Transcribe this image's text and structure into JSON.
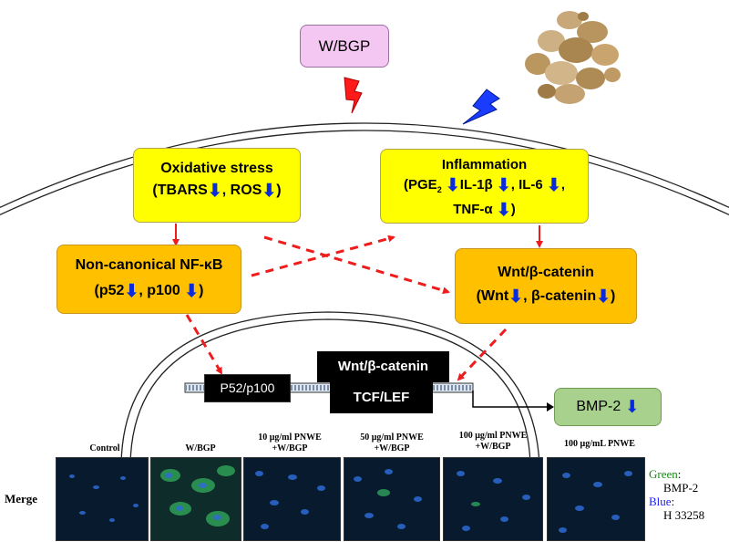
{
  "top": {
    "label": "W/BGP"
  },
  "oxidative": {
    "title": "Oxidative stress",
    "tbars": "TBARS",
    "ros": "ROS"
  },
  "inflammation": {
    "title": "Inflammation",
    "pge": "PGE",
    "pge_sub": "2",
    "il1b": "IL-1β",
    "il6": "IL-6",
    "tnfa": "TNF-α"
  },
  "nfkb": {
    "title": "Non-canonical NF-κB",
    "p52": "p52",
    "p100": "p100"
  },
  "wnt": {
    "title": "Wnt/β-catenin",
    "wnt_item": "Wnt",
    "bcat_item": "β-catenin"
  },
  "dna": {
    "p52p100": "P52/p100",
    "wnt_block": "Wnt/β-catenin",
    "tcf_block": "TCF/LEF"
  },
  "bmp": {
    "label": "BMP-2"
  },
  "panels": [
    {
      "label": "Control"
    },
    {
      "label": "W/BGP"
    },
    {
      "label": "10 μg/ml PNWE +W/BGP"
    },
    {
      "label": "50 μg/ml PNWE +W/BGP"
    },
    {
      "label": "100 μg/ml PNWE +W/BGP"
    },
    {
      "label": "100 μg/mL PNWE"
    }
  ],
  "merge_label": "Merge",
  "legend": {
    "green": "Green",
    "green_name": "BMP-2",
    "blue": "Blue",
    "blue_name": "H 33258"
  },
  "colors": {
    "yellow": "#ffff00",
    "orange": "#ffc000",
    "pink": "#f4c7f2",
    "green": "#a9d18e",
    "arrow_red": "#ee1c1c",
    "down_arrow": "#0a2bdc"
  }
}
